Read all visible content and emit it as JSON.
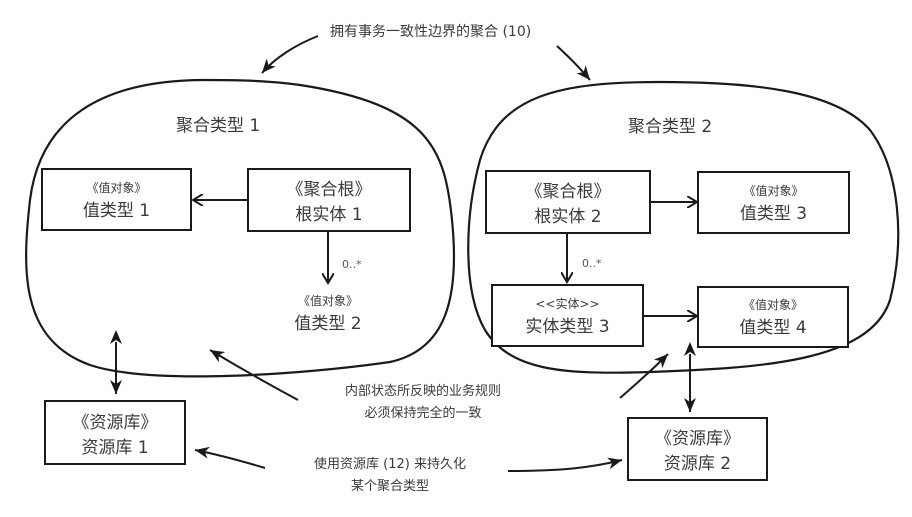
{
  "annotations": {
    "top": "拥有事务一致性边界的聚合 (10)",
    "consistency_line1": "内部状态所反映的业务规则",
    "consistency_line2": "必须保持完全的一致",
    "repository_line1": "使用资源库 (12) 来持久化",
    "repository_line2": "某个聚合类型"
  },
  "aggregate1": {
    "title": "聚合类型 1",
    "value_type1": {
      "stereotype": "《值对象》",
      "name": "值类型 1"
    },
    "root": {
      "stereotype": "《聚合根》",
      "name": "根实体 1"
    },
    "value_type2": {
      "stereotype": "《值对象》",
      "name": "值类型 2"
    },
    "multiplicity": "0..*"
  },
  "aggregate2": {
    "title": "聚合类型 2",
    "root": {
      "stereotype": "《聚合根》",
      "name": "根实体 2"
    },
    "value_type3": {
      "stereotype": "《值对象》",
      "name": "值类型 3"
    },
    "entity_type3": {
      "stereotype": "<<实体>>",
      "name": "实体类型 3"
    },
    "value_type4": {
      "stereotype": "《值对象》",
      "name": "值类型 4"
    },
    "multiplicity": "0..*"
  },
  "repository1": {
    "stereotype": "《资源库》",
    "name": "资源库 1"
  },
  "repository2": {
    "stereotype": "《资源库》",
    "name": "资源库 2"
  }
}
